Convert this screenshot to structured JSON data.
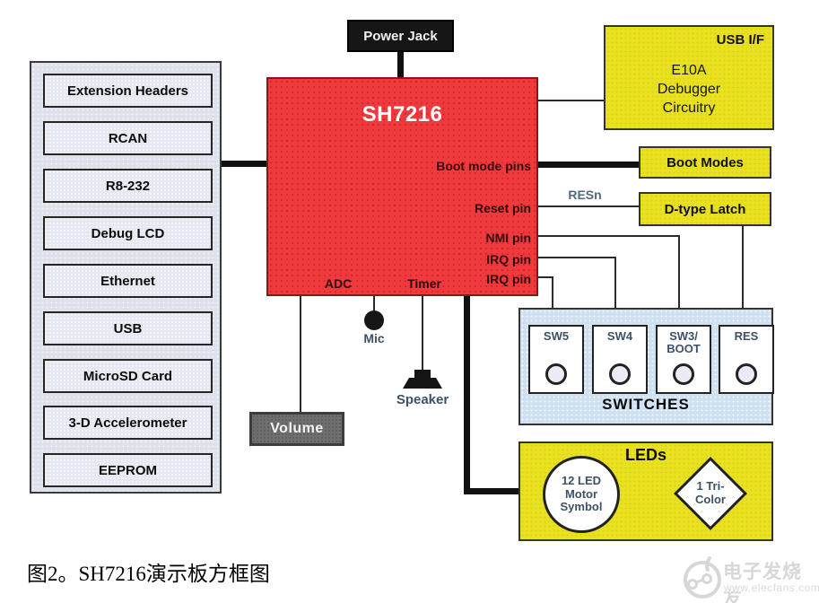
{
  "caption": "图2。SH7216演示板方框图",
  "watermark": {
    "brand": "电子发烧友",
    "url": "www.elecfans.com"
  },
  "power_jack": {
    "label": "Power Jack"
  },
  "peripherals": {
    "items": [
      "Extension Headers",
      "RCAN",
      "R8-232",
      "Debug LCD",
      "Ethernet",
      "USB",
      "MicroSD Card",
      "3-D Accelerometer",
      "EEPROM"
    ]
  },
  "mcu": {
    "title": "SH7216",
    "pins": {
      "boot": "Boot mode pins",
      "reset": "Reset pin",
      "nmi": "NMI pin",
      "irq_a": "IRQ pin",
      "irq_b": "IRQ pin",
      "adc": "ADC",
      "timer": "Timer"
    }
  },
  "debugger": {
    "corner_label": "USB I/F",
    "body": "E10A\nDebugger\nCircuitry"
  },
  "boot_modes": {
    "label": "Boot Modes"
  },
  "d_type_latch": {
    "label": "D-type Latch"
  },
  "signals": {
    "resn": "RESn"
  },
  "audio": {
    "mic": "Mic",
    "speaker": "Speaker",
    "volume": "Volume"
  },
  "switches": {
    "title": "SWITCHES",
    "items": [
      {
        "label": "SW5"
      },
      {
        "label": "SW4"
      },
      {
        "label": "SW3/\nBOOT"
      },
      {
        "label": "RES"
      }
    ]
  },
  "leds": {
    "title": "LEDs",
    "circle_label": "12 LED\nMotor\nSymbol",
    "diamond_label": "1 Tri-\nColor"
  },
  "colors": {
    "mcu_red": "#ee3a3c",
    "io_yellow": "#e9e11f",
    "switch_panel_blue": "#cfe0f1",
    "volume_gray": "#6f6f6f",
    "power_jack_black": "#161616",
    "pin_text_maroon": "#330a0b",
    "small_label_blue": "#3d5166"
  }
}
